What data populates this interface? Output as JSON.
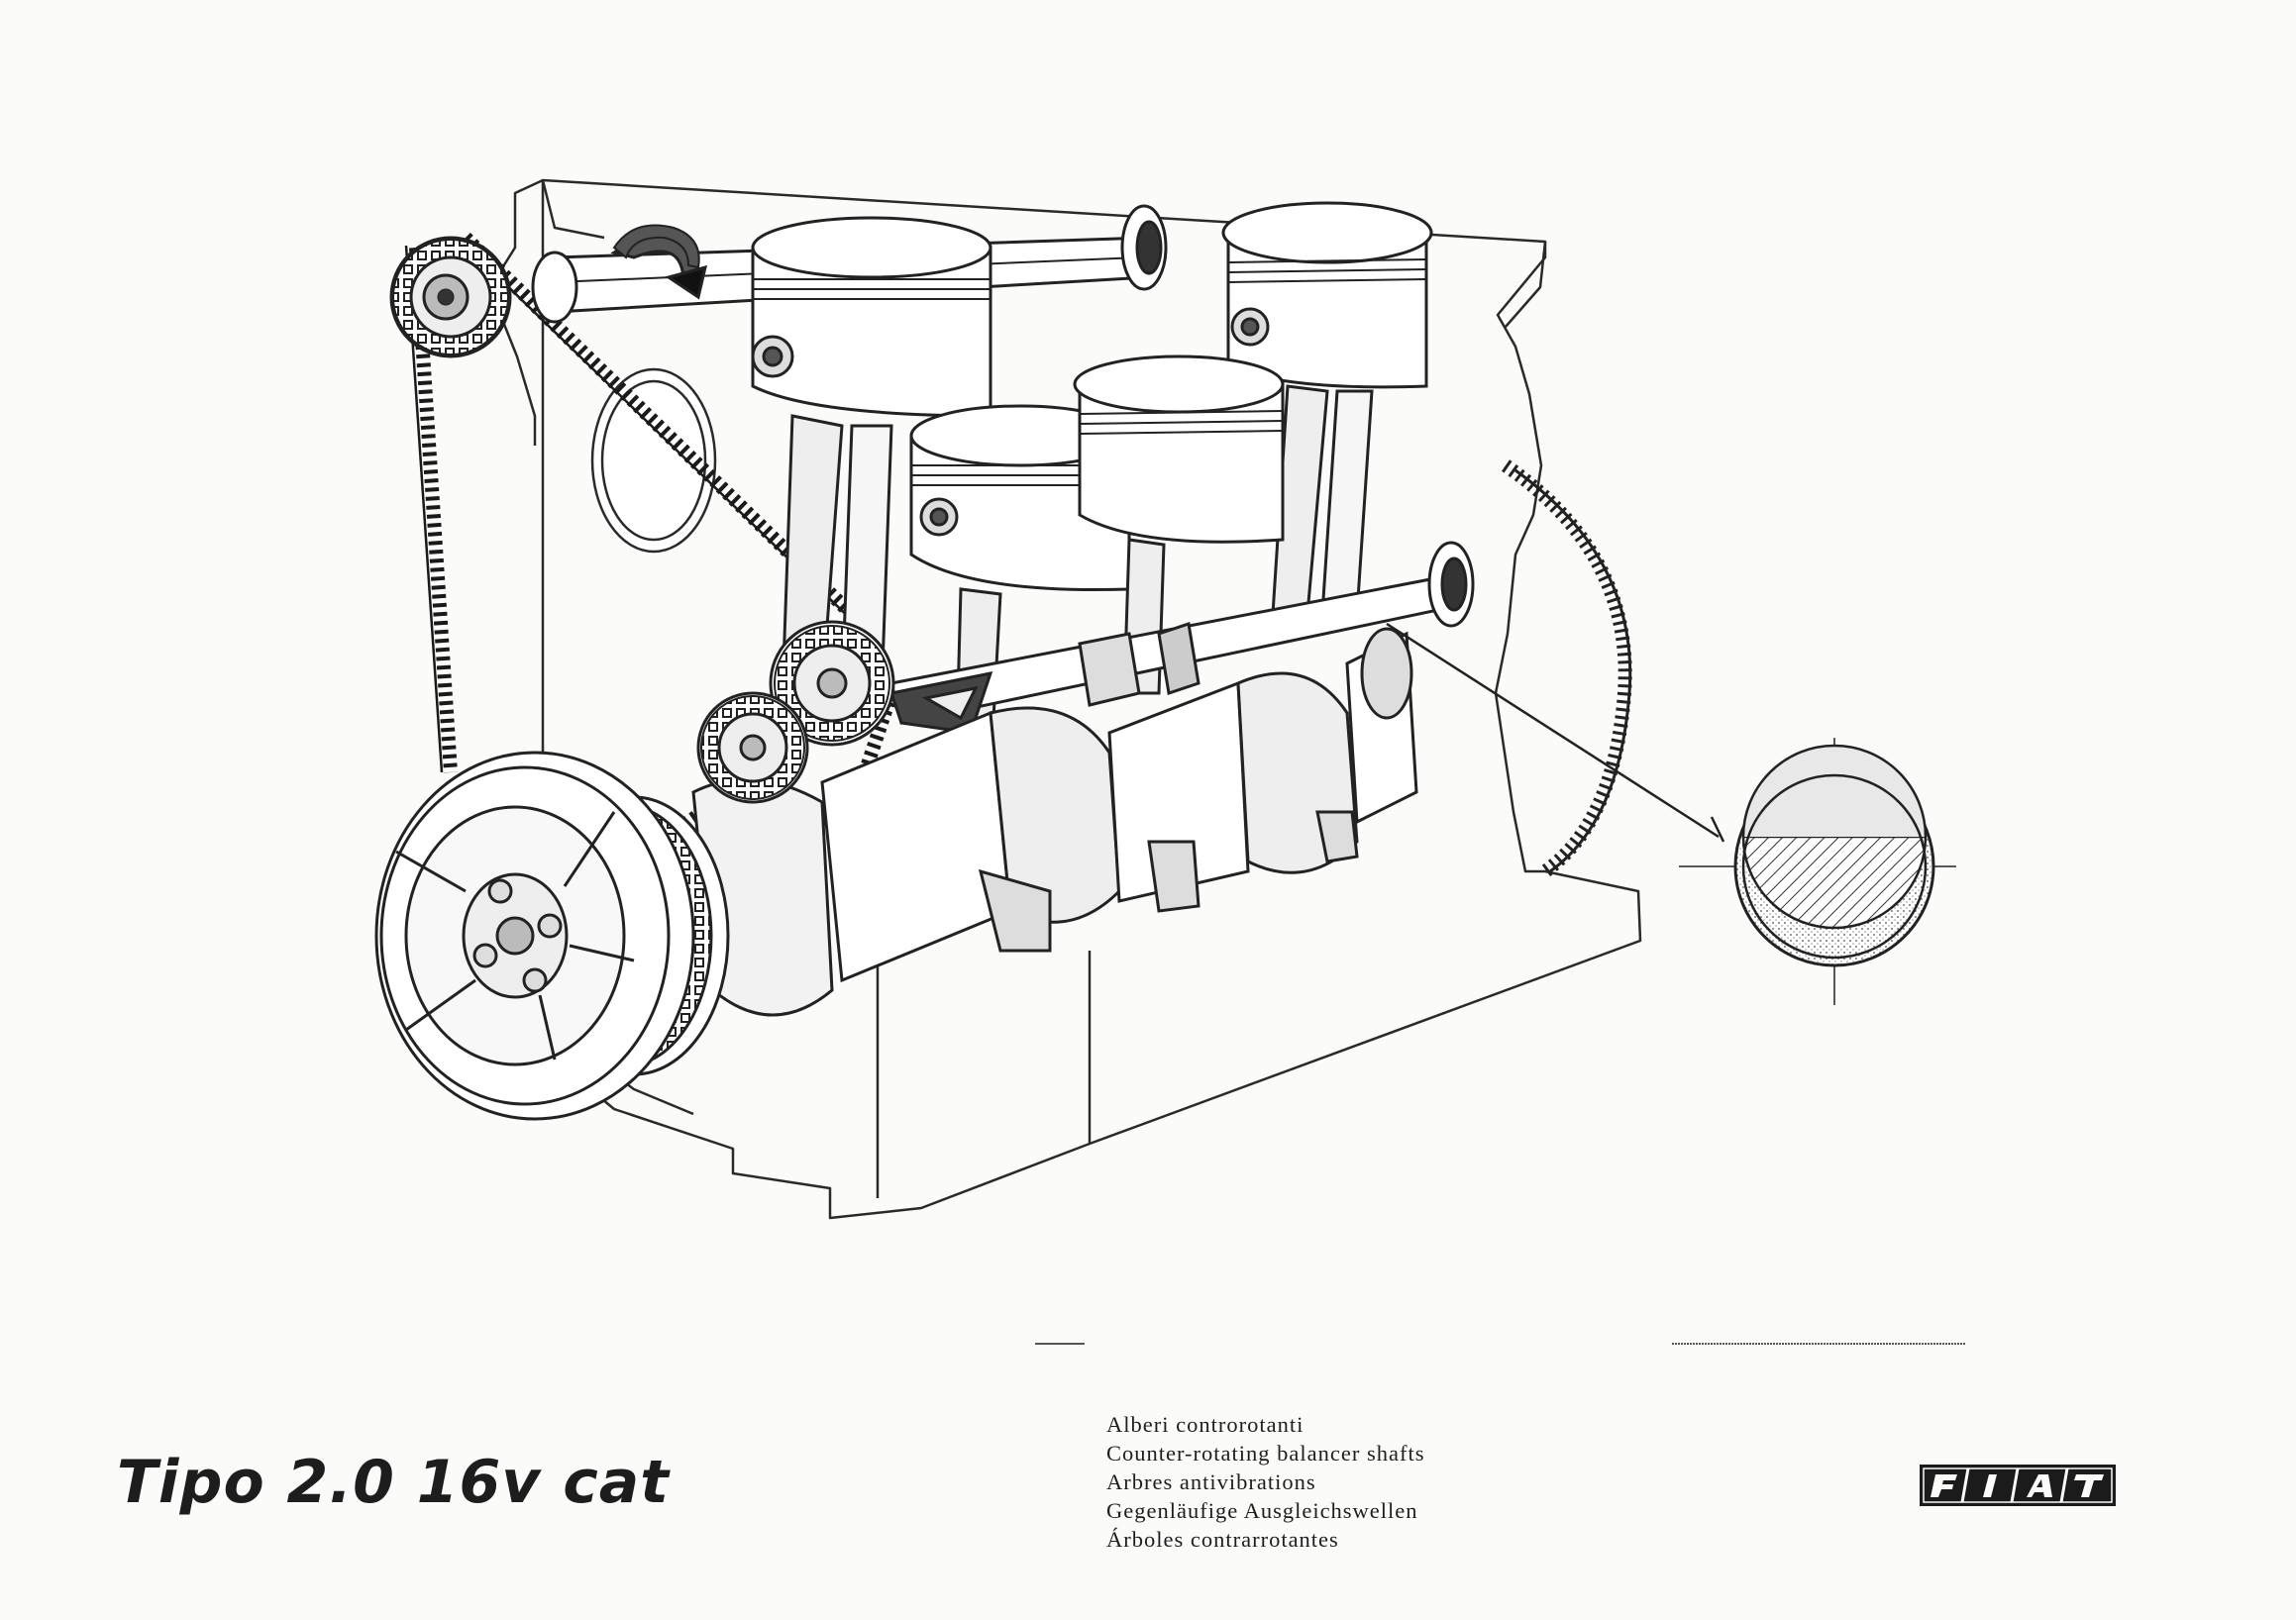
{
  "document": {
    "model_title": "Tipo 2.0 16v cat",
    "captions": [
      "Alberi controrotanti",
      "Counter-rotating balancer shafts",
      "Arbres antivibrations",
      "Gegenläufige Ausgleichswellen",
      "Árboles contrarrotantes"
    ],
    "brand": "FIAT"
  },
  "colors": {
    "ink": "#1e1e1e",
    "paper": "#fbfbf9",
    "shade": "#8c8c8c"
  }
}
